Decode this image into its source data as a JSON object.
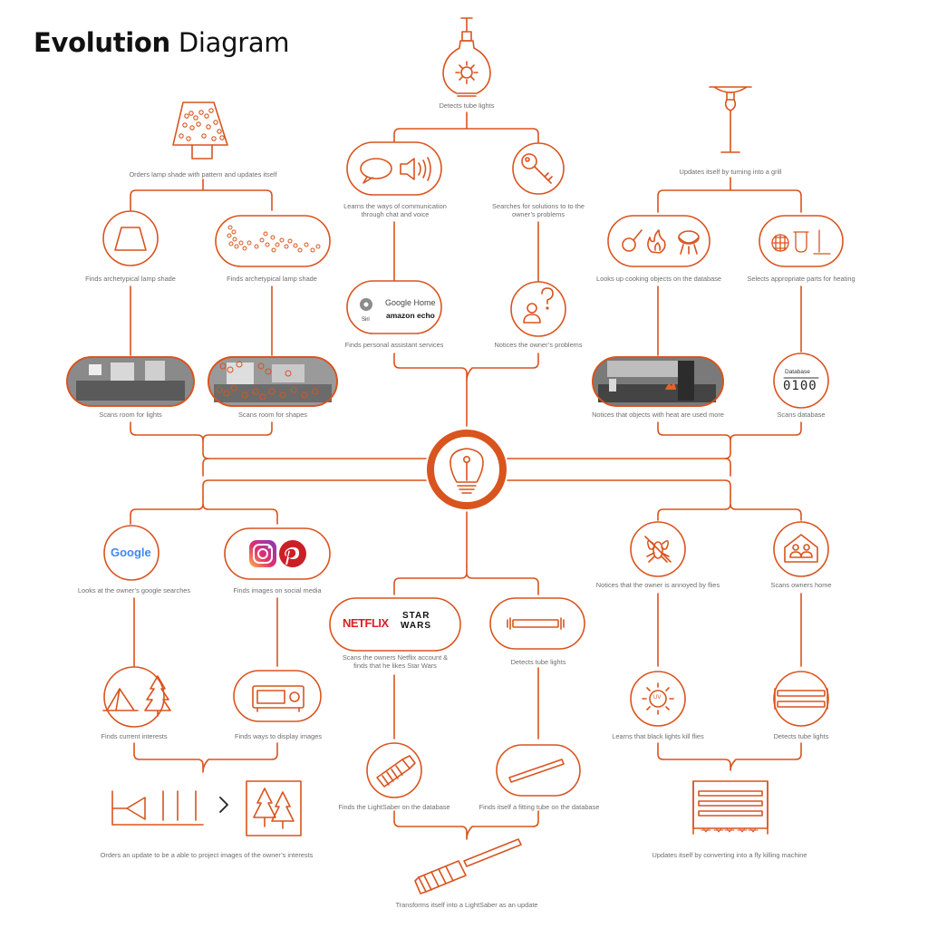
{
  "title": {
    "bold": "Evolution",
    "light": "Diagram"
  },
  "colors": {
    "accent": "#d9541e",
    "text": "#6e6e6e",
    "title": "#111111"
  },
  "center": {
    "icon": "lightbulb-icon"
  },
  "branches": {
    "top_center": {
      "root": {
        "label": "Detects tube lights",
        "icon": "bulb-gear-icon"
      },
      "left": [
        {
          "label": "Learns the ways of communication through chat and voice",
          "icon": "chat-voice-icon"
        },
        {
          "label": "Finds personal assistant services",
          "icon": "assistant-services-icon",
          "logos": [
            "Google Home",
            "amazon echo",
            "Siri"
          ]
        }
      ],
      "right": [
        {
          "label": "Searches for solutions to to the owner’s problems",
          "icon": "key-icon"
        },
        {
          "label": "Notices the owner’s problems",
          "icon": "person-question-icon"
        }
      ]
    },
    "top_left": {
      "root": {
        "label": "Orders lamp shade with pattern and updates itself",
        "icon": "patterned-lamp-icon"
      },
      "left": [
        {
          "label": "Finds archetypical lamp shade",
          "icon": "lamp-shade-icon"
        },
        {
          "label": "Scans room for lights",
          "icon": "room-photo"
        }
      ],
      "right": [
        {
          "label": "Finds archetypical lamp shade",
          "icon": "pattern-dots-icon"
        },
        {
          "label": "Scans room for shapes",
          "icon": "room-shapes-photo"
        }
      ]
    },
    "top_right": {
      "root": {
        "label": "Updates itself by turning into a grill",
        "icon": "patio-heater-icon"
      },
      "left": [
        {
          "label": "Looks up cooking objects on the database",
          "icon": "cooking-objects-icon"
        },
        {
          "label": "Notices that objects with heat are used more",
          "icon": "kitchen-photo"
        }
      ],
      "right": [
        {
          "label": "Selects appropriate parts for heating",
          "icon": "heating-parts-icon"
        },
        {
          "label": "Scans database",
          "icon": "database-icon",
          "db_title": "Database",
          "db_value": "0100"
        }
      ]
    },
    "bottom_left": {
      "left": [
        {
          "label": "Looks at the owner’s google searches",
          "icon": "google-icon",
          "logo": "Google"
        },
        {
          "label": "Finds current interests",
          "icon": "tent-tree-icon"
        }
      ],
      "right": [
        {
          "label": "Finds images on social media",
          "icon": "instagram-pinterest-icon"
        },
        {
          "label": "Finds ways to display images",
          "icon": "projector-icon"
        }
      ],
      "result": {
        "label": "Orders an update to be a able to project images of the owner’s interests",
        "icon": "projector-forest-icon"
      }
    },
    "bottom_center": {
      "left": [
        {
          "label": "Scans the owners Netflix account & finds that he likes Star Wars",
          "icon": "netflix-starwars-icon",
          "logos": [
            "NETFLIX",
            "STAR",
            "WARS"
          ]
        },
        {
          "label": "Finds the LightSaber on the database",
          "icon": "lightsaber-hilt-icon"
        }
      ],
      "right": [
        {
          "label": "Detects tube lights",
          "icon": "tube-light-icon"
        },
        {
          "label": "Finds itself a fitting tube on the database",
          "icon": "fitting-tube-icon"
        }
      ],
      "result": {
        "label": "Transforms itself into a LightSaber as an update",
        "icon": "lightsaber-icon"
      }
    },
    "bottom_right": {
      "left": [
        {
          "label": "Notices that the owner is annoyed by flies",
          "icon": "fly-icon"
        },
        {
          "label": "Learns that black lights kill flies",
          "icon": "uv-light-icon",
          "uv_text": "UV"
        }
      ],
      "right": [
        {
          "label": "Scans owners home",
          "icon": "home-people-icon"
        },
        {
          "label": "Detects tube lights",
          "icon": "tube-lights-icon"
        }
      ],
      "result": {
        "label": "Updates itself by converting into a fly killing machine",
        "icon": "fly-killer-icon"
      }
    }
  }
}
